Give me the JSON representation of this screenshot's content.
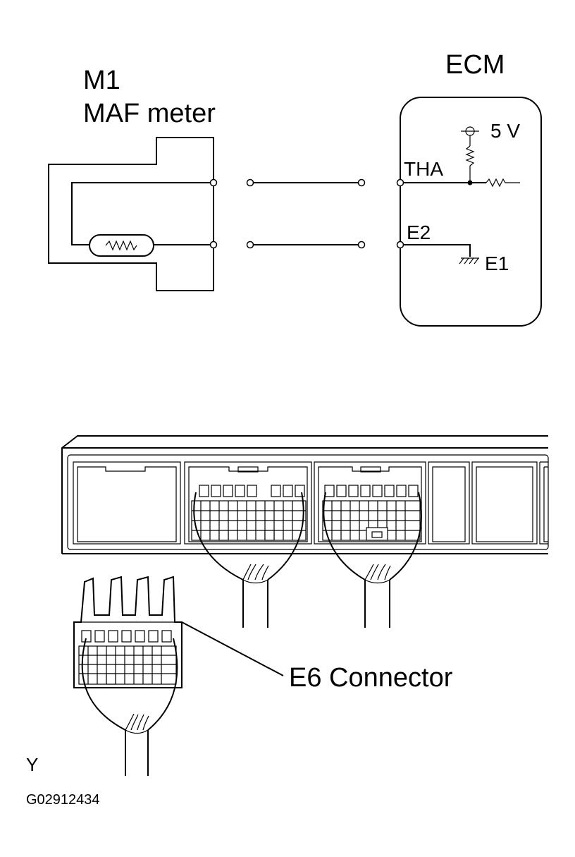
{
  "maf": {
    "id": "M1",
    "name": "MAF meter"
  },
  "ecm": {
    "title": "ECM",
    "supply": "5 V",
    "terminals": {
      "tha": "THA",
      "e2": "E2",
      "e1": "E1"
    }
  },
  "connector": {
    "label": "E6 Connector"
  },
  "footer": {
    "code_letter": "Y",
    "figure_id": "G02912434"
  }
}
